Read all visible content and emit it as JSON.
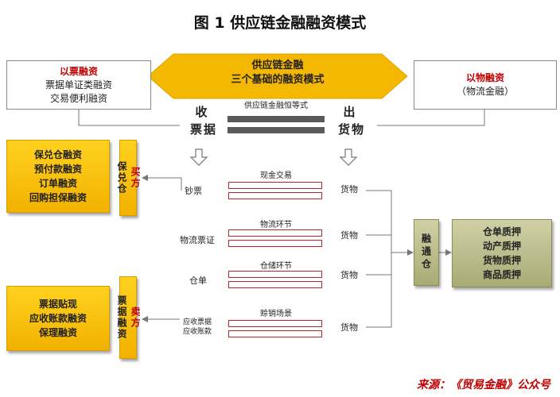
{
  "title": "图 1  供应链金融融资模式",
  "banner": {
    "line1": "供应链金融",
    "line2": "三个基础的融资模式"
  },
  "left_top": {
    "heading": "以票融资",
    "line1": "票据单证类融资",
    "line2": "交易便利融资"
  },
  "right_top": {
    "heading": "以物融资",
    "line1": "（物流金融）"
  },
  "left_receive": {
    "line1": "收",
    "line2": "票据"
  },
  "right_out": {
    "line1": "出",
    "line2": "货物"
  },
  "equation_label": "供应链金融恒等式",
  "left_box1": {
    "lines": [
      "保兑仓融资",
      "预付款融资",
      "订单融资",
      "回购担保融资"
    ]
  },
  "left_vbox1": {
    "part1": "买方",
    "part2": "保兑仓"
  },
  "left_box2": {
    "lines": [
      "票据贴现",
      "应收账款融资",
      "保理融资"
    ]
  },
  "left_vbox2": {
    "part1": "卖方",
    "part2": "票据融资"
  },
  "right_vbox": "融通仓",
  "right_box": {
    "lines": [
      "仓单质押",
      "动产质押",
      "货物质押",
      "商品质押"
    ]
  },
  "rows": [
    {
      "center": "现金交易",
      "left": "钞票",
      "right": "货物"
    },
    {
      "center": "物流环节",
      "left": "物流票证",
      "right": "货物"
    },
    {
      "center": "仓储环节",
      "left": "仓单",
      "right": "货物"
    },
    {
      "center": "赊销场景",
      "left_line1": "应收票据",
      "left_line2": "应收账款",
      "right": "货物"
    }
  ],
  "source": "来源：《贸易金融》公众号",
  "colors": {
    "gold": "#f5b800",
    "red": "#c00000",
    "olive": "#b5b784",
    "bar": "#5a5a5a"
  }
}
